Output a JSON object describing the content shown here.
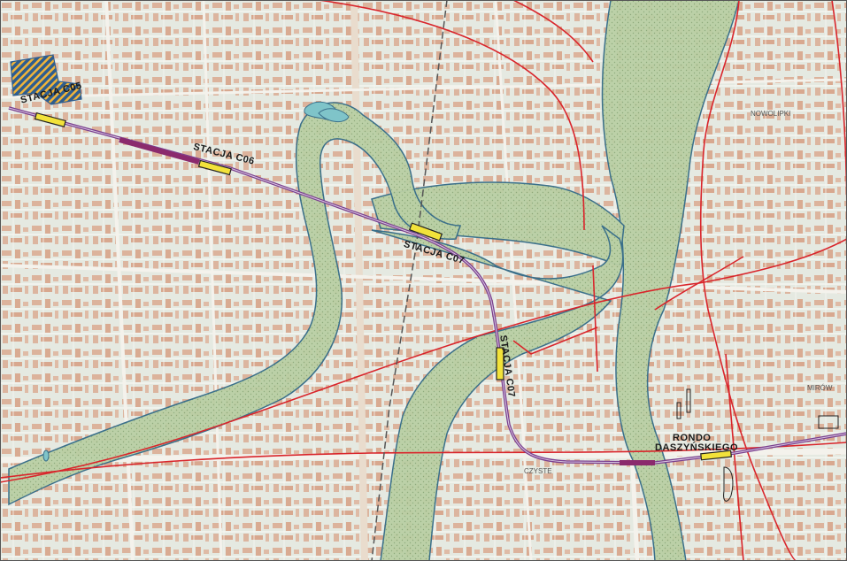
{
  "map": {
    "stations": {
      "c05": "STACJA C05",
      "c06": "STACJA C06",
      "c07": "STACJA C07",
      "c07b": "STACJA C07",
      "rondo_line1": "RONDO",
      "rondo_line2": "DASZYŃSKIEGO"
    },
    "districts": {
      "nowolipki": "NOWOLIPKI",
      "mirow": "MIRÓW",
      "czyste": "CZYSTE"
    },
    "colors": {
      "background": "#e7eae4",
      "river_corridor_fill": "#b9cfa4",
      "corridor_outline": "#3a6f8a",
      "railway": "#d9252b",
      "metro_tunnel": "#7a3f8f",
      "metro_segment": "#8b2a6d",
      "station_platform": "#f2e23a",
      "buildings": "#d9a68a",
      "hatched_area": "#2e5d8f"
    }
  }
}
